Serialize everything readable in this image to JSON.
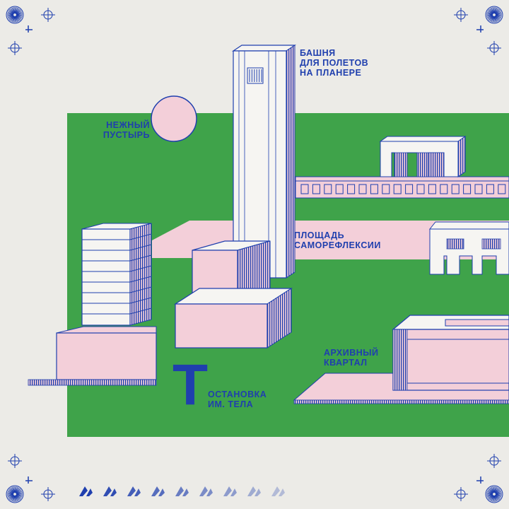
{
  "labels": {
    "tower": [
      "БАШНЯ",
      "ДЛЯ ПОЛЕТОВ",
      "НА ПЛАНЕРЕ"
    ],
    "desert": [
      "НЕЖНЫЙ",
      "ПУСТЫРЬ"
    ],
    "square": [
      "ПЛОЩАДЬ",
      "САМОРЕФЛЕКСИИ"
    ],
    "archive": [
      "АРХИВНЫЙ",
      "КВАРТАЛ"
    ],
    "stop": [
      "ОСТАНОВКА",
      "ИМ. ТЕЛА"
    ],
    "stop_symbol": "T"
  },
  "colors": {
    "paper": "#ecebe7",
    "green": "#3fa34a",
    "pink": "#f3cfd9",
    "blue": "#1f3fae",
    "white": "#f6f5f2"
  },
  "icons": {
    "corner": "sunburst-icon",
    "registration": "crosshair-icon",
    "footer": "glider-icon"
  }
}
